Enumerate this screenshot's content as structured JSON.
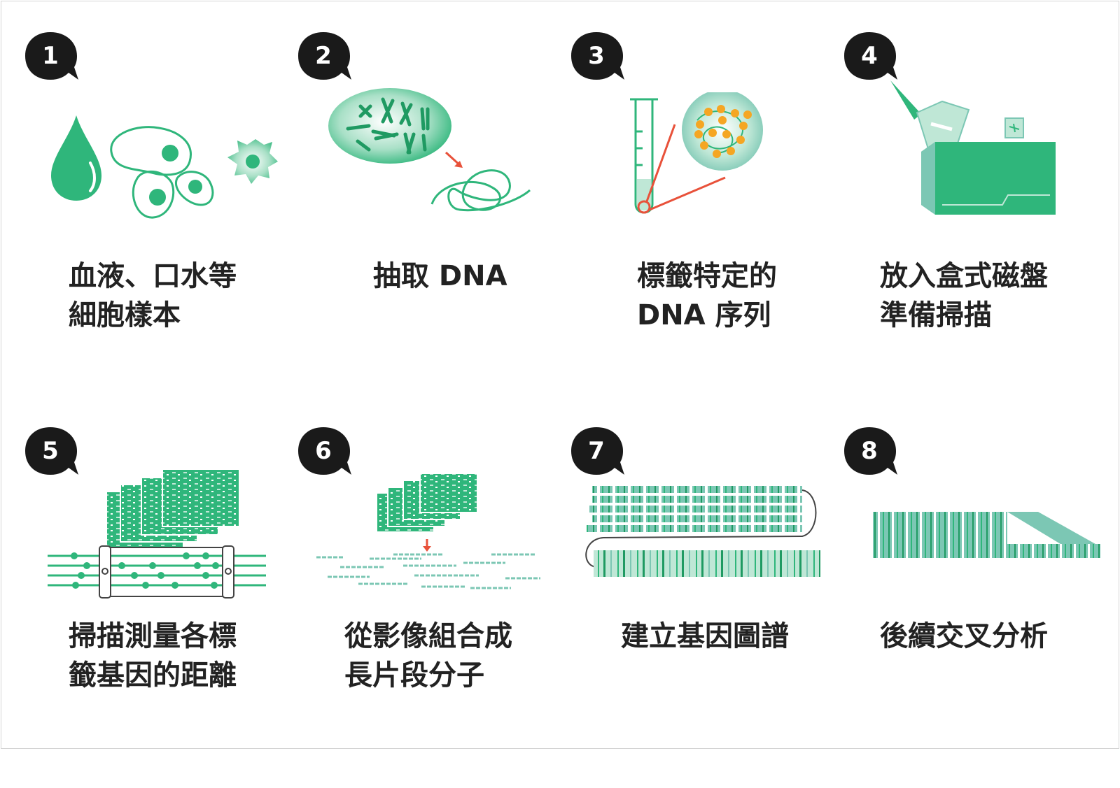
{
  "colors": {
    "accent_green": "#2fb67b",
    "dark_green": "#1f9a62",
    "light_green": "#bfe7d6",
    "teal": "#7cc7b4",
    "red_arrow": "#e8513a",
    "orange_dot": "#f5a623",
    "badge": "#1a1a1a",
    "text": "#222222"
  },
  "steps": [
    {
      "number": "1",
      "line1": "血液、口水等",
      "line2": "細胞樣本",
      "icon": "blood-and-cells-icon"
    },
    {
      "number": "2",
      "line1": "抽取 DNA",
      "line2": "",
      "icon": "dna-extraction-icon"
    },
    {
      "number": "3",
      "line1": "標籤特定的",
      "line2": "DNA 序列",
      "icon": "test-tube-label-icon"
    },
    {
      "number": "4",
      "line1": "放入盒式磁盤",
      "line2": "準備掃描",
      "icon": "cassette-scanner-icon"
    },
    {
      "number": "5",
      "line1": "掃描測量各標",
      "line2": "籤基因的距離",
      "icon": "scan-measure-icon"
    },
    {
      "number": "6",
      "line1": "從影像組合成",
      "line2": "長片段分子",
      "icon": "image-assembly-icon"
    },
    {
      "number": "7",
      "line1": "建立基因圖譜",
      "line2": "",
      "icon": "genome-map-icon"
    },
    {
      "number": "8",
      "line1": "後續交叉分析",
      "line2": "",
      "icon": "cross-analysis-icon"
    }
  ]
}
